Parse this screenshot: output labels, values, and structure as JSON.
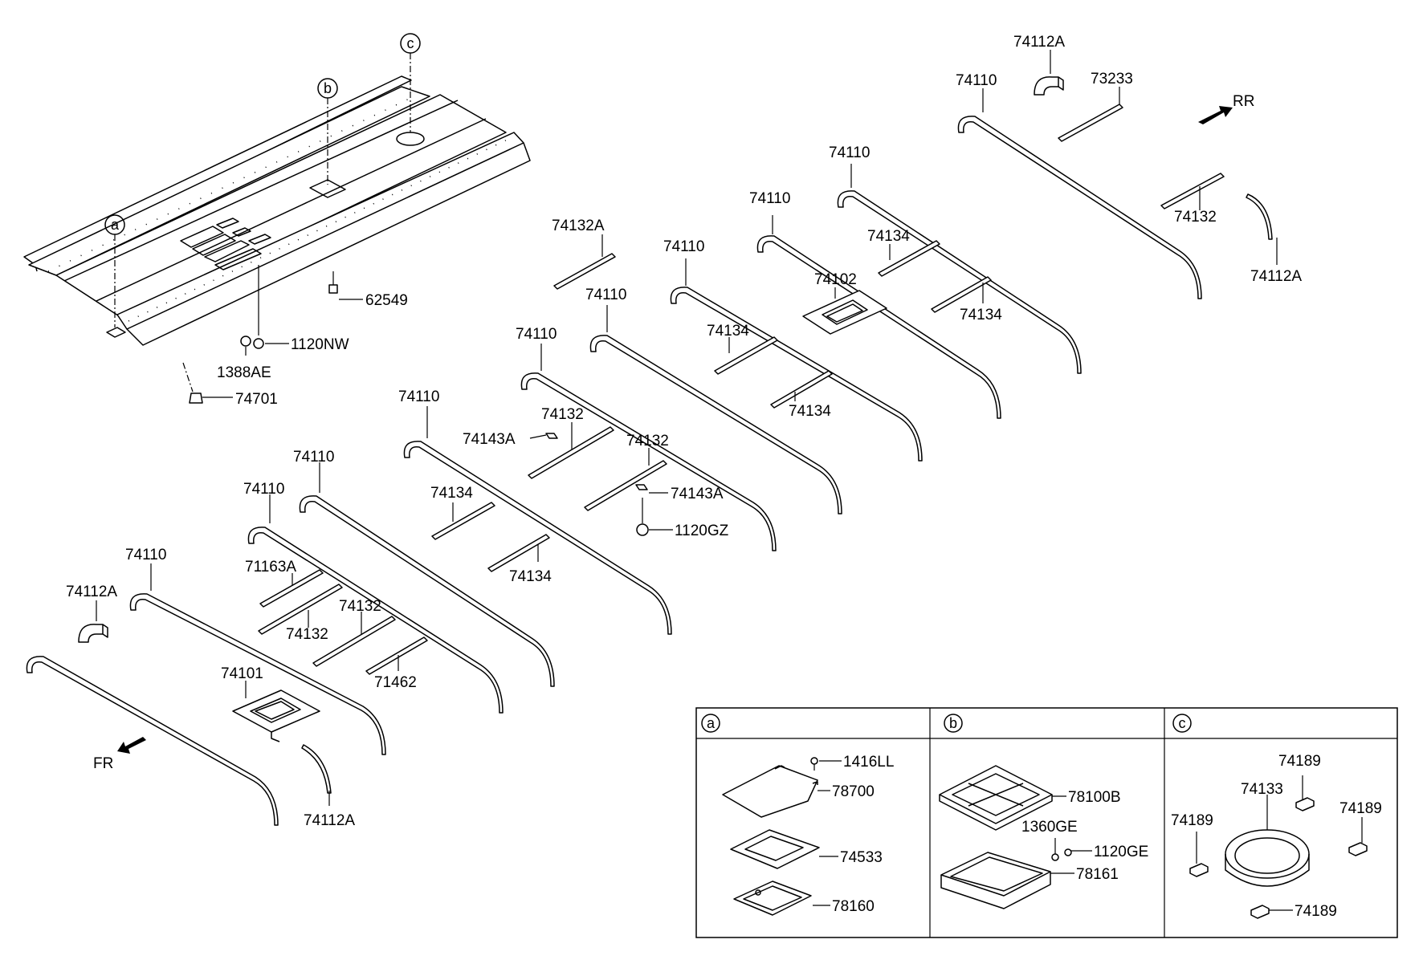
{
  "labels": {
    "p74112A_top": "74112A",
    "p73233": "73233",
    "rr": "RR",
    "p74110_r1": "74110",
    "p74110_r2": "74110",
    "p74110_r3": "74110",
    "p74110_r4": "74110",
    "p74110_r5": "74110",
    "p74110_r6": "74110",
    "p74110_r7": "74110",
    "p74110_r8": "74110",
    "p74110_r9": "74110",
    "p74110_r10": "74110",
    "p74132_top": "74132",
    "p74112A_right": "74112A",
    "p74134_a": "74134",
    "p74134_b": "74134",
    "p74102": "74102",
    "p74132A": "74132A",
    "p74134_c": "74134",
    "p74134_d": "74134",
    "p74132_m1": "74132",
    "p74143A_1": "74143A",
    "p74132_m2": "74132",
    "p74143A_2": "74143A",
    "p1120GZ": "1120GZ",
    "p74134_e": "74134",
    "p74134_f": "74134",
    "p71163A": "71163A",
    "p74132_l1": "74132",
    "p74132_l2": "74132",
    "p71462": "71462",
    "p74101": "74101",
    "p74112A_left": "74112A",
    "p74112A_bottom": "74112A",
    "fr": "FR",
    "p62549": "62549",
    "p1120NW": "1120NW",
    "p1388AE": "1388AE",
    "p74701": "74701",
    "callout_a": "a",
    "callout_b": "b",
    "callout_c": "c"
  },
  "detail_boxes": [
    {
      "id": "a",
      "parts": [
        "1416LL",
        "78700",
        "74533",
        "78160"
      ]
    },
    {
      "id": "b",
      "parts": [
        "78100B",
        "1360GE",
        "1120GE",
        "78161"
      ]
    },
    {
      "id": "c",
      "parts": [
        "74189",
        "74133",
        "74189",
        "74189",
        "74189"
      ]
    }
  ]
}
